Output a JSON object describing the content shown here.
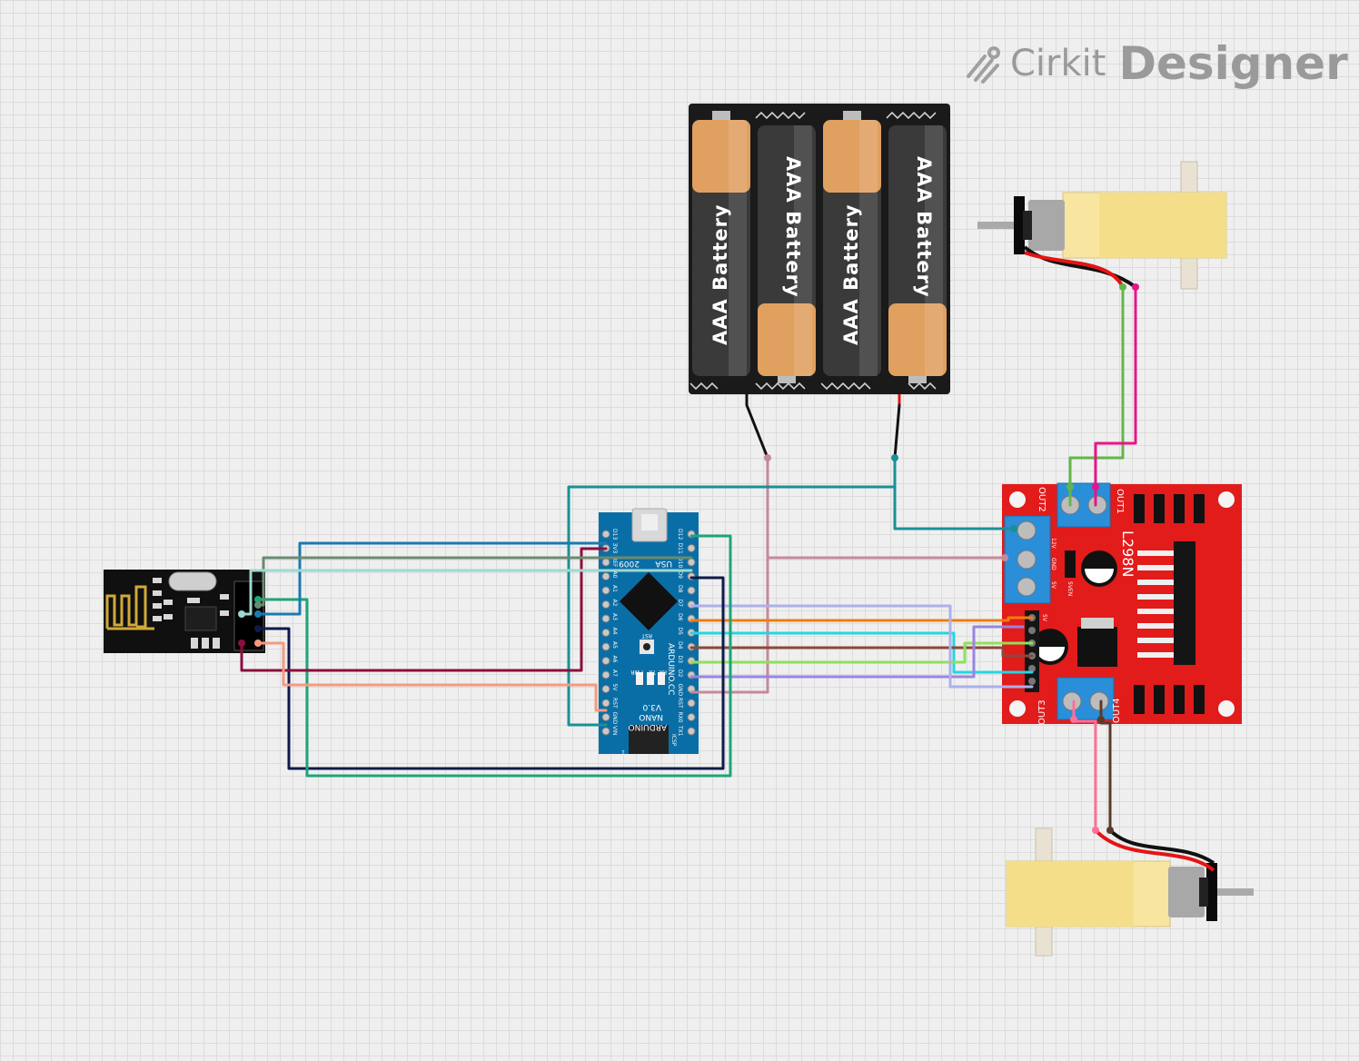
{
  "app": {
    "logo_prefix": "Cirkit",
    "logo_suffix": "Designer"
  },
  "battery": {
    "cells": [
      "AAA Battery",
      "AAA Battery",
      "AAA Battery",
      "AAA Battery"
    ]
  },
  "nano": {
    "usa": "USA",
    "year": "2009",
    "board_lines": [
      "ARDUINO",
      "NANO",
      "V3.0"
    ],
    "left_pins": [
      "D13",
      "3V3",
      "REF",
      "A0",
      "A1",
      "A2",
      "A3",
      "A4",
      "A5",
      "A6",
      "A7",
      "5V",
      "RST",
      "GND",
      "VIN"
    ],
    "right_pins": [
      "D12",
      "D11",
      "D10",
      "D9",
      "D8",
      "D7",
      "D6",
      "D5",
      "D4",
      "D3",
      "D2",
      "GND",
      "RST",
      "RX0",
      "TX1"
    ],
    "leds": [
      "PWR",
      "L",
      "TX",
      "RX"
    ],
    "rst_label": "RST",
    "icsp_label": "ICSP",
    "arduino_cc": "ARDUINO.CC",
    "pin1_label": "1"
  },
  "driver": {
    "chip": "L298N",
    "out1": "OUT1",
    "out2": "OUT2",
    "out3": "OUT3",
    "out4": "OUT4",
    "power_labels": [
      "12V",
      "GND",
      "5V"
    ],
    "enable_label": "5VEN",
    "header_label": "5V"
  },
  "colors": {
    "teal": "#1a9095",
    "pink": "#c48a9a",
    "orange": "#f07d12",
    "cyan": "#23d6e4",
    "brown": "#8a4a3a",
    "lime": "#8fe05a",
    "lavender": "#aeb0ea",
    "purple": "#9a84e0",
    "green": "#63b64a",
    "magenta": "#e8148a",
    "navy": "#0e1a4a",
    "emerald": "#1da57a",
    "maroon": "#8a0f3f",
    "salmon": "#f59a80",
    "blue": "#1a7ab0",
    "sage": "#6a8a70",
    "mint": "#9ed8d0"
  }
}
